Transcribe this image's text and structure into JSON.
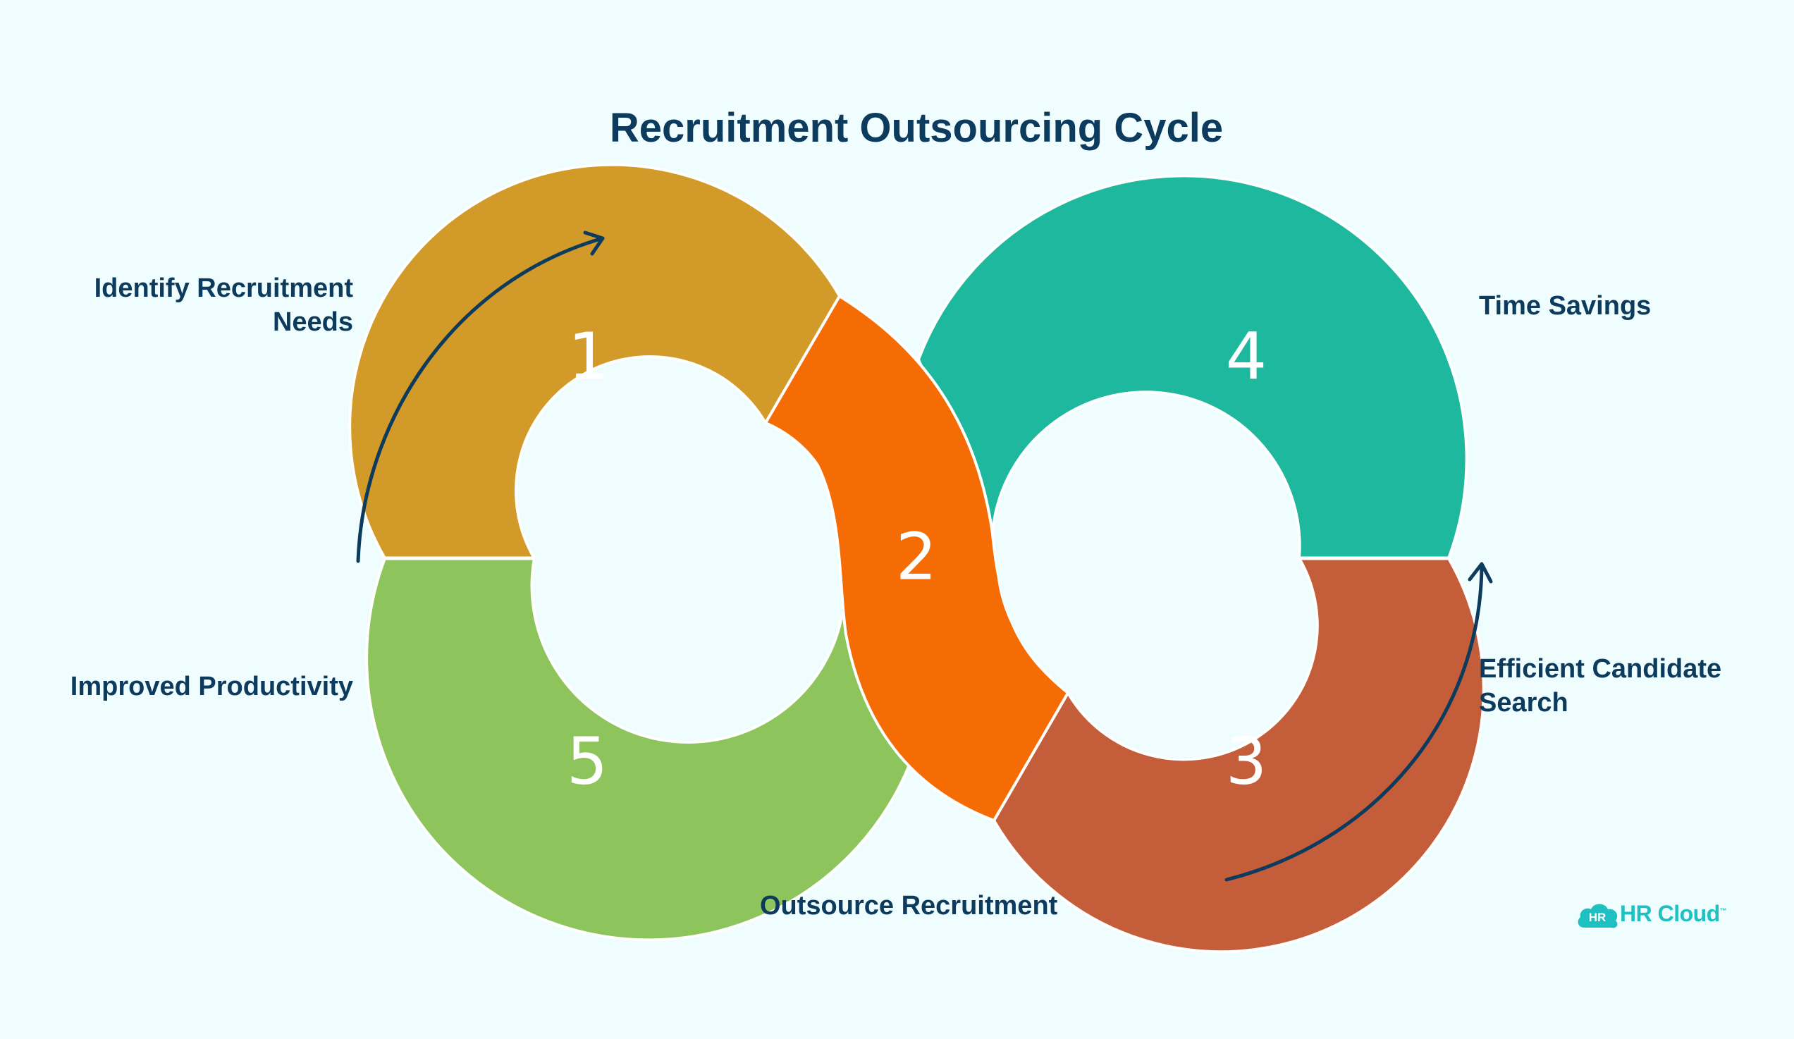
{
  "title": "Recruitment Outsourcing Cycle",
  "steps": [
    {
      "number": "1",
      "label_lines": [
        "Identify Recruitment",
        "Needs"
      ],
      "color": "#d19a29"
    },
    {
      "number": "2",
      "label_lines": [
        "Outsource Recruitment"
      ],
      "color": "#f56b04"
    },
    {
      "number": "3",
      "label_lines": [
        "Efficient Candidate",
        "Search"
      ],
      "color": "#c45e3a"
    },
    {
      "number": "4",
      "label_lines": [
        "Time Savings"
      ],
      "color": "#1eb89e"
    },
    {
      "number": "5",
      "label_lines": [
        "Improved Productivity"
      ],
      "color": "#8ec45c"
    }
  ],
  "colors": {
    "background": "#effdfe",
    "text": "#0d3b5e",
    "arrow": "#0d3b5e",
    "logo": "#1fc0c2"
  },
  "logo": {
    "badge": "HR",
    "text": "HR Cloud",
    "trademark": "™"
  }
}
